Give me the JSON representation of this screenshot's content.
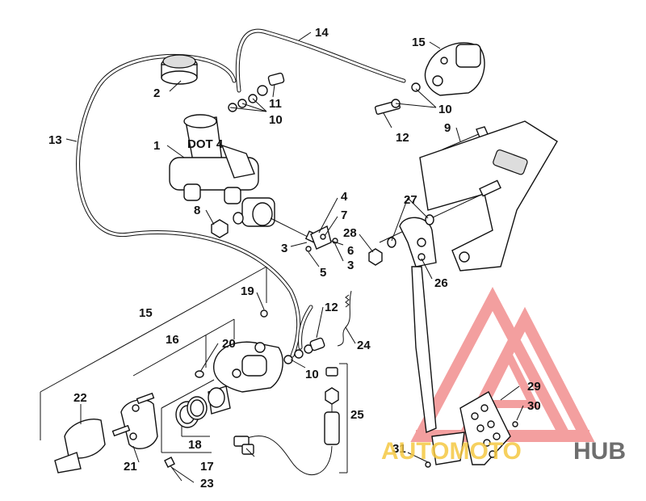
{
  "labels": {
    "l1": "1",
    "l2": "2",
    "l3a": "3",
    "l3b": "3",
    "l4": "4",
    "l5": "5",
    "l6": "6",
    "l7": "7",
    "l8": "8",
    "l9": "9",
    "l10a": "10",
    "l10b": "10",
    "l10c": "10",
    "l11": "11",
    "l12a": "12",
    "l12b": "12",
    "l13": "13",
    "l14": "14",
    "l15a": "15",
    "l15b": "15",
    "l16": "16",
    "l17": "17",
    "l18": "18",
    "l19": "19",
    "l20": "20",
    "l21": "21",
    "l22": "22",
    "l23": "23",
    "l24": "24",
    "l25": "25",
    "l26": "26",
    "l27": "27",
    "l28": "28",
    "l29": "29",
    "l30": "30",
    "l31": "31"
  },
  "reservoir_cap_text": "DOT 4",
  "watermark": {
    "text_part1": "AUTOMOTO",
    "text_part2": "HUB",
    "color_main": "#f08080",
    "color_text1": "#f5c842",
    "color_text2": "#555555"
  }
}
